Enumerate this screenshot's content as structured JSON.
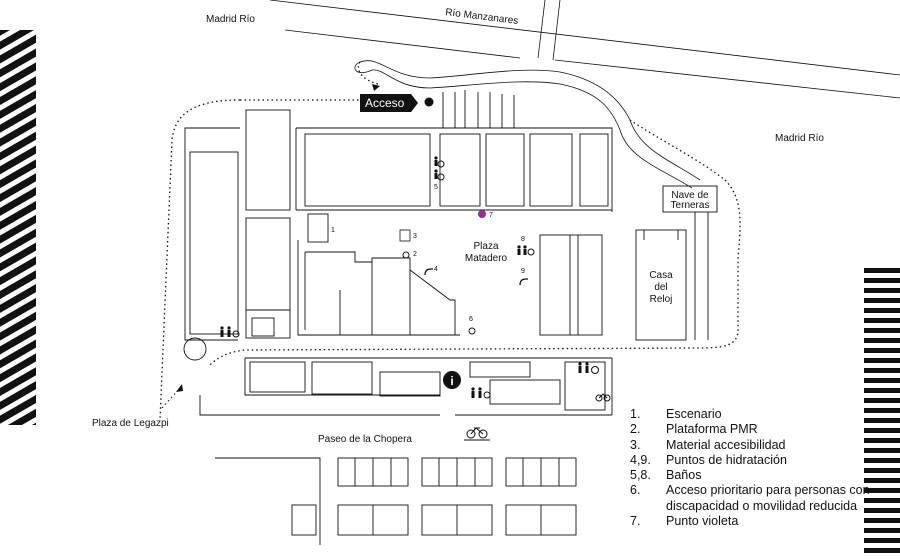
{
  "labels": {
    "madrid_rio_top": "Madrid Río",
    "rio_manzanares": "Río Manzanares",
    "madrid_rio_right": "Madrid Río",
    "acceso": "Acceso",
    "nave_line1": "Nave de",
    "nave_line2": "Terneras",
    "plaza_line1": "Plaza",
    "plaza_line2": "Matadero",
    "casa_line1": "Casa",
    "casa_line2": "del",
    "casa_line3": "Reloj",
    "plaza_legazpi": "Plaza de Legazpi",
    "paseo_chopera": "Paseo de la Chopera"
  },
  "markers": {
    "n1": "1",
    "n2": "2",
    "n3": "3",
    "n4": "4",
    "n5": "5",
    "n6": "6",
    "n7": "7",
    "n8": "8",
    "n9": "9",
    "info": "i"
  },
  "legend": [
    {
      "num": "1.",
      "text": "Escenario"
    },
    {
      "num": "2.",
      "text": "Plataforma PMR"
    },
    {
      "num": "3.",
      "text": "Material accesibilidad"
    },
    {
      "num": "4,9.",
      "text": "Puntos de hidratación"
    },
    {
      "num": "5,8.",
      "text": "Baños"
    },
    {
      "num": "6.",
      "text": "Acceso prioritario para personas con discapacidad o movilidad reducida"
    },
    {
      "num": "7.",
      "text": "Punto violeta"
    }
  ],
  "icons": [
    "toilet-icon",
    "wheelchair-icon",
    "water-tap-icon",
    "info-icon",
    "bicycle-icon",
    "entrance-dot-icon",
    "violet-point-icon"
  ],
  "colors": {
    "ink": "#111111",
    "violet": "#9b2c8f",
    "background": "#ffffff"
  }
}
